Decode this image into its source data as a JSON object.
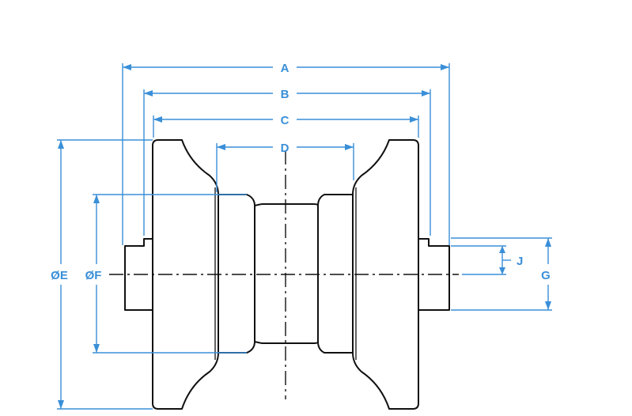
{
  "labels": {
    "A": "A",
    "B": "B",
    "C": "C",
    "D": "D",
    "E": "ØE",
    "F": "ØF",
    "G": "G",
    "J": "J"
  },
  "colors": {
    "dimension": "#3a8fd8",
    "outline": "#111111",
    "background": "#ffffff"
  }
}
